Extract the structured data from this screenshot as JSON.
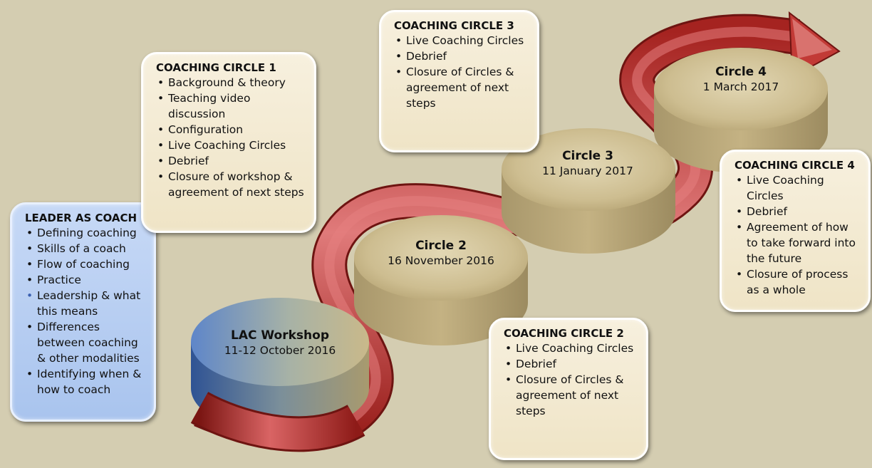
{
  "stages": [
    {
      "title": "LAC Workshop",
      "date": "11-12 October 2016"
    },
    {
      "title": "Circle 2",
      "date": "16 November 2016"
    },
    {
      "title": "Circle 3",
      "date": "11 January 2017"
    },
    {
      "title": "Circle 4",
      "date": "1 March 2017"
    }
  ],
  "boxes": {
    "leader": {
      "title": "LEADER AS COACH",
      "items": [
        "Defining coaching",
        "Skills of a coach",
        "Flow of coaching",
        "Practice",
        "Leadership & what this means",
        "Differences between coaching & other modalities",
        "Identifying when & how to coach"
      ]
    },
    "cc1": {
      "title": "COACHING CIRCLE 1",
      "items": [
        "Background & theory",
        "Teaching video discussion",
        "Configuration",
        "Live Coaching Circles",
        "Debrief",
        "Closure of workshop & agreement of next steps"
      ]
    },
    "cc2": {
      "title": "COACHING CIRCLE 2",
      "items": [
        "Live Coaching Circles",
        "Debrief",
        "Closure of Circles & agreement of next steps"
      ]
    },
    "cc3": {
      "title": "COACHING CIRCLE 3",
      "items": [
        "Live Coaching Circles",
        "Debrief",
        "Closure of Circles & agreement of next steps"
      ]
    },
    "cc4": {
      "title": "COACHING CIRCLE 4",
      "items": [
        "Live Coaching Circles",
        "Debrief",
        "Agreement of how to take forward into the future",
        "Closure of process as a whole"
      ]
    }
  },
  "colors": {
    "background": "#d4cdb1",
    "ribbon_dark": "#8e1b18",
    "ribbon_light": "#e07070",
    "disc_top": "#c9b98d",
    "blue_disc": "#4f74b8"
  }
}
